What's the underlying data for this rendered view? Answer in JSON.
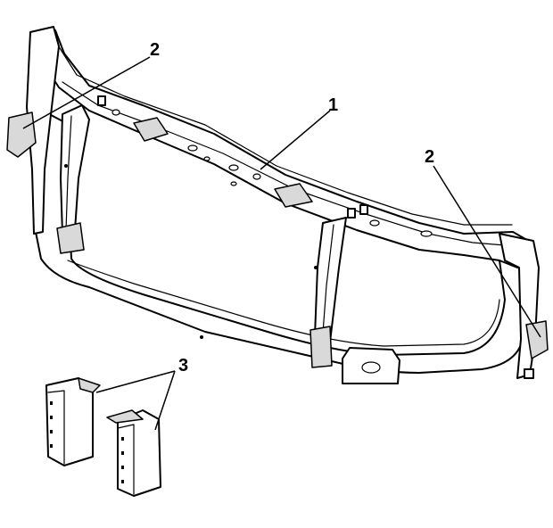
{
  "diagram": {
    "callouts": [
      {
        "id": "radiator-support",
        "label": "1"
      },
      {
        "id": "bracket-left",
        "label": "2"
      },
      {
        "id": "bracket-right",
        "label": "2"
      },
      {
        "id": "fillers",
        "label": "3"
      }
    ]
  },
  "colors": {
    "line": "#000000",
    "background": "#ffffff",
    "shade": "#d9d9d9"
  }
}
